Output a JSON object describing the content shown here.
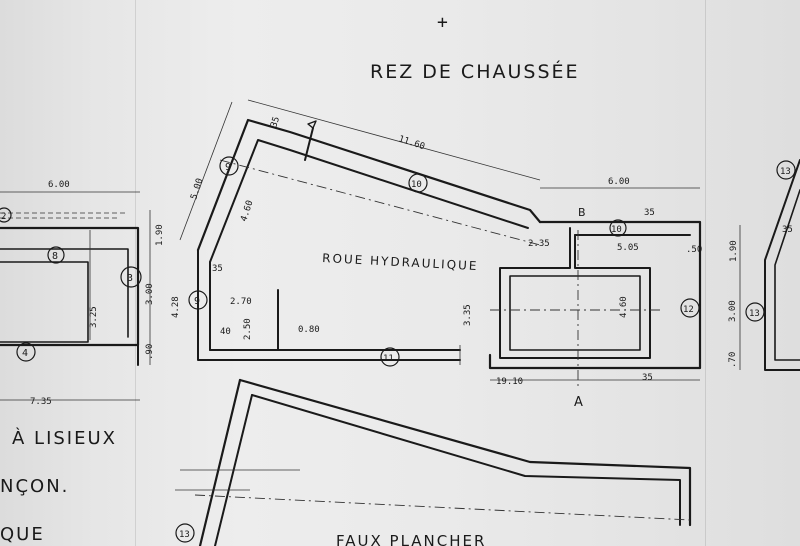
{
  "drawing": {
    "title": "REZ DE CHAUSSÉE",
    "center_label": "ROUE HYDRAULIQUE",
    "bottom_label": "FAUX PLANCHER",
    "margin_text": [
      "À LISIEUX",
      "NÇON.",
      "QUE"
    ],
    "section_letters": [
      "B",
      "A"
    ],
    "cross_mark": "+",
    "dimensions": {
      "top_diag": "11.60",
      "left_width": "6.00",
      "right_width": "6.00",
      "left_wing_len": "5.00",
      "left_wing_inner": "4.60",
      "left_wing_end": "35",
      "d_235": "2.35",
      "d_35_r": "35",
      "d_505": "5.05",
      "d_50": ".50",
      "d_190_l": "1.90",
      "d_190_r": "1.90",
      "d_325": "3.25",
      "d_300_l": "3.00",
      "d_300_r": "3.00",
      "d_90": ".90",
      "d_70": ".70",
      "d_428": "4.28",
      "d_270": "2.70",
      "d_250": "2.50",
      "d_40": "40",
      "d_080": "0.80",
      "d_335": "3.35",
      "d_460": "4.60",
      "d_735": "7.35",
      "d_1910": "19.10",
      "d_35_b": "35",
      "d_35_w": "35",
      "d_35_far": "35"
    },
    "markers": [
      "8",
      "3",
      "4",
      "9",
      "9",
      "10",
      "10",
      "11",
      "12",
      "13",
      "13",
      "13",
      "2"
    ]
  }
}
